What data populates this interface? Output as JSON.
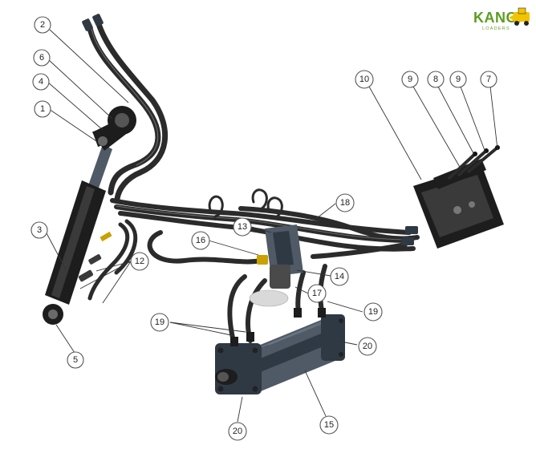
{
  "logo": {
    "name": "KANGA",
    "subtitle": "LOADERS",
    "colors": {
      "text": "#5a9e1f",
      "machine": "#f2c300"
    }
  },
  "callouts": [
    {
      "id": "c2",
      "label": "2"
    },
    {
      "id": "c6",
      "label": "6"
    },
    {
      "id": "c4",
      "label": "4"
    },
    {
      "id": "c1",
      "label": "1"
    },
    {
      "id": "c3",
      "label": "3"
    },
    {
      "id": "c5",
      "label": "5"
    },
    {
      "id": "c12",
      "label": "12"
    },
    {
      "id": "c10",
      "label": "10"
    },
    {
      "id": "c9a",
      "label": "9"
    },
    {
      "id": "c8",
      "label": "8"
    },
    {
      "id": "c9b",
      "label": "9"
    },
    {
      "id": "c7",
      "label": "7"
    },
    {
      "id": "c18",
      "label": "18"
    },
    {
      "id": "c13",
      "label": "13"
    },
    {
      "id": "c16",
      "label": "16"
    },
    {
      "id": "c14",
      "label": "14"
    },
    {
      "id": "c17",
      "label": "17"
    },
    {
      "id": "c19a",
      "label": "19"
    },
    {
      "id": "c19b",
      "label": "19"
    },
    {
      "id": "c20a",
      "label": "20"
    },
    {
      "id": "c20b",
      "label": "20"
    },
    {
      "id": "c15",
      "label": "15"
    }
  ]
}
